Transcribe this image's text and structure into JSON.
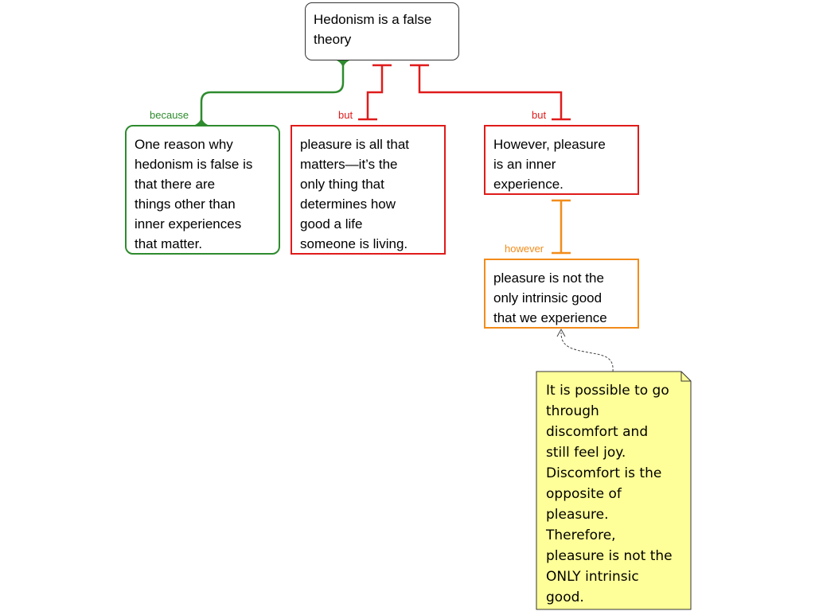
{
  "diagram": {
    "claim": "Hedonism is a false\ntheory",
    "reason": {
      "label": "because",
      "text": "One reason why\nhedonism is false is\nthat there are\nthings other than\ninner experiences\nthat matter."
    },
    "objection_1": {
      "label": "but",
      "text": "pleasure is all that\nmatters—it’s the\nonly thing that\ndetermines how\ngood a life\nsomeone is living."
    },
    "objection_2": {
      "label": "but",
      "text": "However, pleasure\nis an inner\nexperience."
    },
    "rebuttal": {
      "label": "however",
      "text": "pleasure is not the\nonly intrinsic good\nthat we experience"
    },
    "note": {
      "text": "It is possible to go\nthrough\ndiscomfort and\nstill feel joy.\nDiscomfort is the\nopposite of\npleasure.\nTherefore,\npleasure is not the\nONLY intrinsic\ngood."
    }
  },
  "colors": {
    "support": "#2e8b2e",
    "objection": "#e01b1b",
    "rebuttal": "#f28c1a",
    "note_fill": "#ffff99",
    "claim_border": "#333333"
  }
}
